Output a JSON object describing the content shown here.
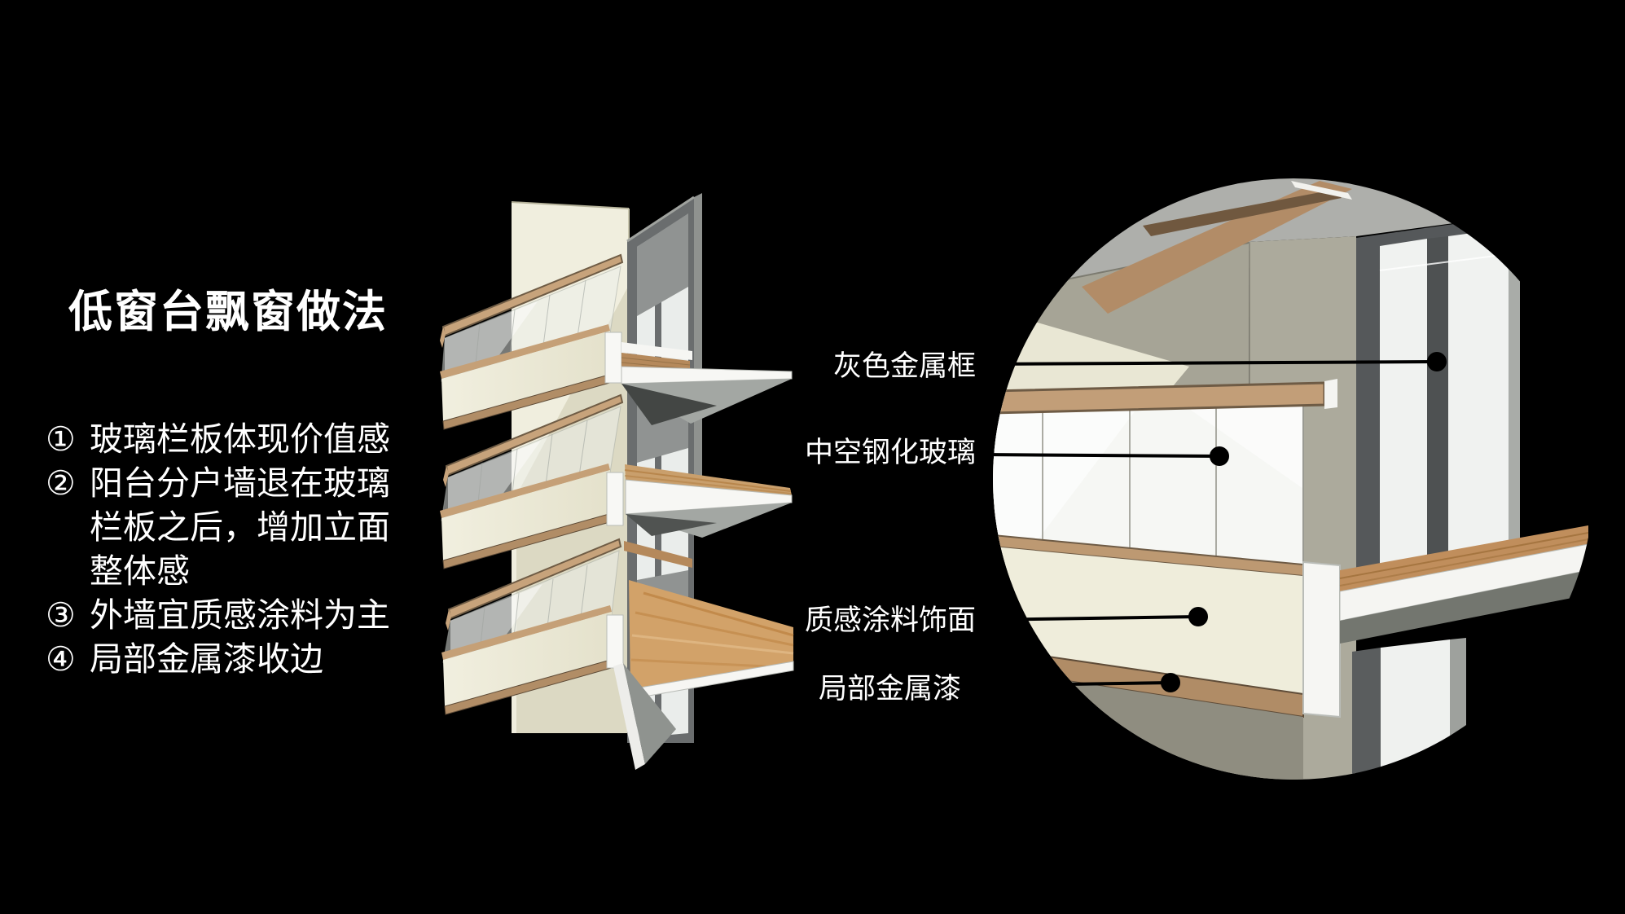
{
  "slide": {
    "title": "低窗台飘窗做法",
    "background_color": "#000000",
    "text_color": "#FFFFFF"
  },
  "bullets": [
    {
      "marker": "①",
      "text": "玻璃栏板体现价值感"
    },
    {
      "marker": "②",
      "text": "阳台分户墙退在玻璃栏板之后，增加立面整体感"
    },
    {
      "marker": "③",
      "text": "外墙宜质感涂料为主"
    },
    {
      "marker": "④",
      "text": "局部金属漆收边"
    }
  ],
  "callouts": [
    {
      "text": "灰色金属框",
      "target": "window-metal-frame"
    },
    {
      "text": "中空钢化玻璃",
      "target": "glass-balustrade"
    },
    {
      "text": "质感涂料饰面",
      "target": "textured-coating-fascia"
    },
    {
      "text": "局部金属漆",
      "target": "metal-paint-trim"
    }
  ],
  "figures": {
    "left_figure": "three-story-balcony-axon-model",
    "right_figure": "circular-detail-view-of-balcony-corner"
  },
  "colors": {
    "background": "#000000",
    "text": "#FFFFFF",
    "leader_line": "#000000",
    "wall_cream": "#F0EEDE",
    "wall_shadow": "#DCD9C3",
    "fascia_cream": "#EFEDDB",
    "wood_rail": "#C7A37B",
    "wood_trim": "#B18D66",
    "deck_wood": "#C99F6C",
    "deck_wood_dark": "#B07C3E",
    "window_frame_gray": "#6A6D6E",
    "window_glass": "#EAEDEB",
    "slab_white": "#F6F6F3",
    "detail_wall_olive": "#A6A496",
    "detail_ceiling_gray": "#AEAFAB"
  }
}
